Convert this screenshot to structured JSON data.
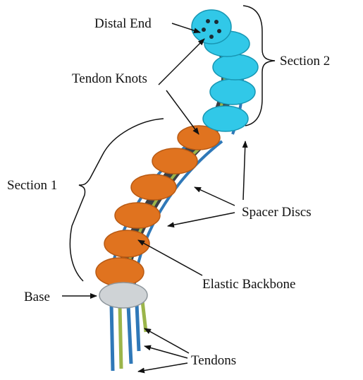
{
  "labels": {
    "distal_end": "Distal End",
    "section_2": "Section 2",
    "tendon_knots": "Tendon Knots",
    "section_1": "Section 1",
    "spacer_discs": "Spacer Discs",
    "elastic_backbone": "Elastic Backbone",
    "base": "Base",
    "tendons": "Tendons"
  },
  "colors": {
    "section_1_disc": "#e0731f",
    "section_2_disc": "#31c8e8",
    "base_disc": "#cfd3d6",
    "backbone": "#3b3f45",
    "tendon_blue": "#2f78b8",
    "tendon_green": "#9bb54a"
  }
}
